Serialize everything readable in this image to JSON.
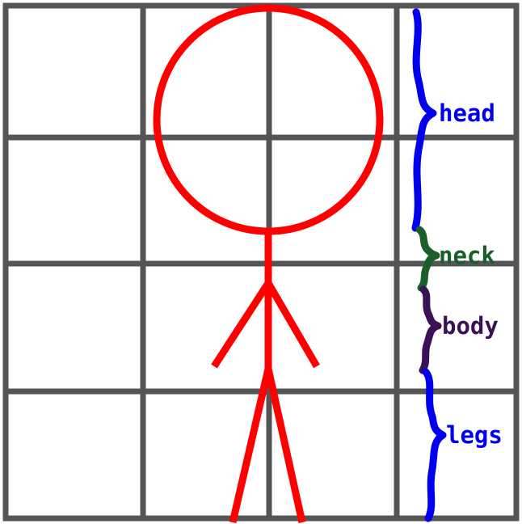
{
  "colors": {
    "grid": "#555555",
    "figure": "#ff0000",
    "head_label": "#0000ee",
    "neck_label": "#1a5e2a",
    "body_label": "#3a1056",
    "legs_label": "#0000ee"
  },
  "labels": {
    "head": "head",
    "neck": "neck",
    "body": "body",
    "legs": "legs"
  }
}
